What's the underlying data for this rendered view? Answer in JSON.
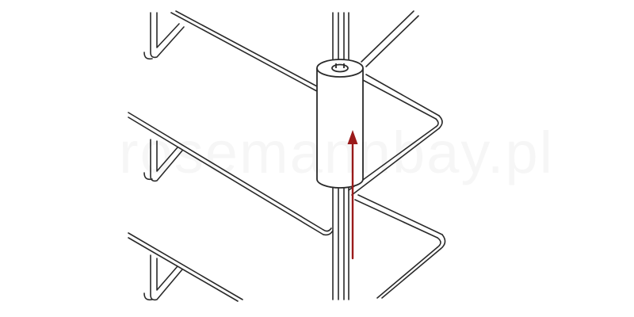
{
  "diagram": {
    "subject": "",
    "elements": [
      {
        "name": "upper-shelf-panel"
      },
      {
        "name": "middle-shelf-panel"
      },
      {
        "name": "lower-shelf-panel"
      },
      {
        "name": "right-shelf-panel-upper"
      },
      {
        "name": "right-shelf-panel-lower"
      },
      {
        "name": "vertical-rod"
      },
      {
        "name": "cylindrical-sleeve"
      },
      {
        "name": "upward-direction-arrow"
      }
    ],
    "colors": {
      "line": "#2a2a2a",
      "fill": "#ffffff",
      "arrow": "#9b1b1b"
    }
  },
  "watermark": {
    "text": "rosemannbay.pl"
  }
}
